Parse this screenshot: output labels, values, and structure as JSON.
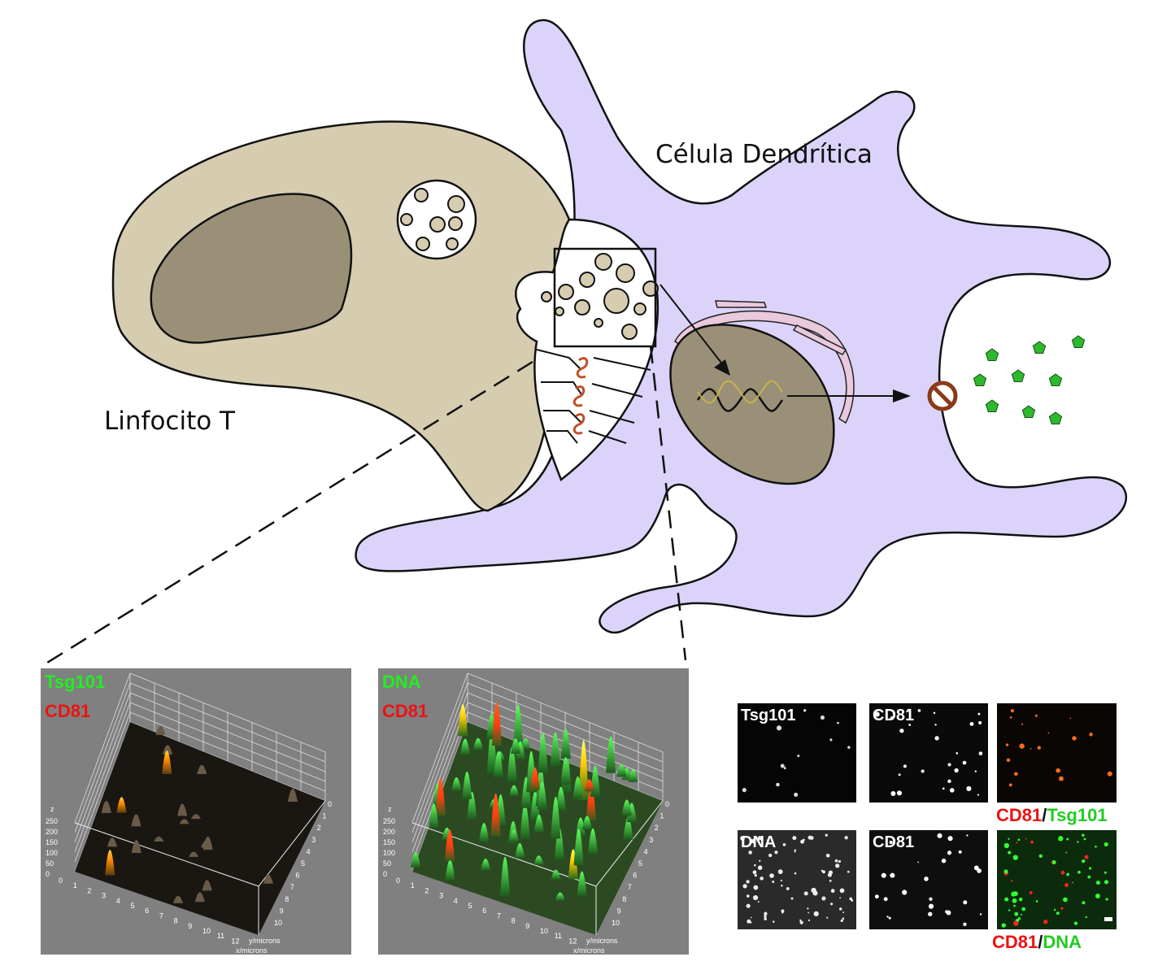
{
  "labels": {
    "dendritic_cell": "Célula Dendrítica",
    "t_lymphocyte": "Linfocito T"
  },
  "colors": {
    "dendritic_cell": "#dcd3fb",
    "lymphocyte": "#d6ccb0",
    "nucleus": "#9a9078",
    "plot_background": "#808080",
    "green_label": "#22ee22",
    "red_label": "#ee1111",
    "secreted_protein": "#2db82d"
  },
  "plots": [
    {
      "label_green": "Tsg101",
      "label_red": "CD81",
      "surface": "dark"
    },
    {
      "label_green": "DNA",
      "label_red": "CD81",
      "surface": "green"
    }
  ],
  "plot_axes": {
    "z_label": "z",
    "z_ticks": [
      "0",
      "50",
      "100",
      "150",
      "200",
      "250"
    ],
    "x_ticks": [
      "0",
      "1",
      "2",
      "3",
      "4",
      "5",
      "6",
      "7",
      "8",
      "9",
      "10",
      "11",
      "12"
    ],
    "y_ticks": [
      "0",
      "1",
      "2",
      "3",
      "4",
      "5",
      "6",
      "7",
      "8",
      "9",
      "10"
    ],
    "x_label": "x/microns",
    "y_label": "y/microns"
  },
  "micrographs": {
    "row1": [
      "Tsg101",
      "CD81",
      ""
    ],
    "row2": [
      "DNA",
      "CD81",
      ""
    ],
    "caption1": {
      "red": "CD81",
      "sep": "/",
      "green": "Tsg101"
    },
    "caption2": {
      "red": "CD81",
      "sep": "/",
      "green": "DNA"
    }
  },
  "icons": [
    "dna-helix-icon",
    "no-entry-icon",
    "pentagon-protein-icon"
  ]
}
